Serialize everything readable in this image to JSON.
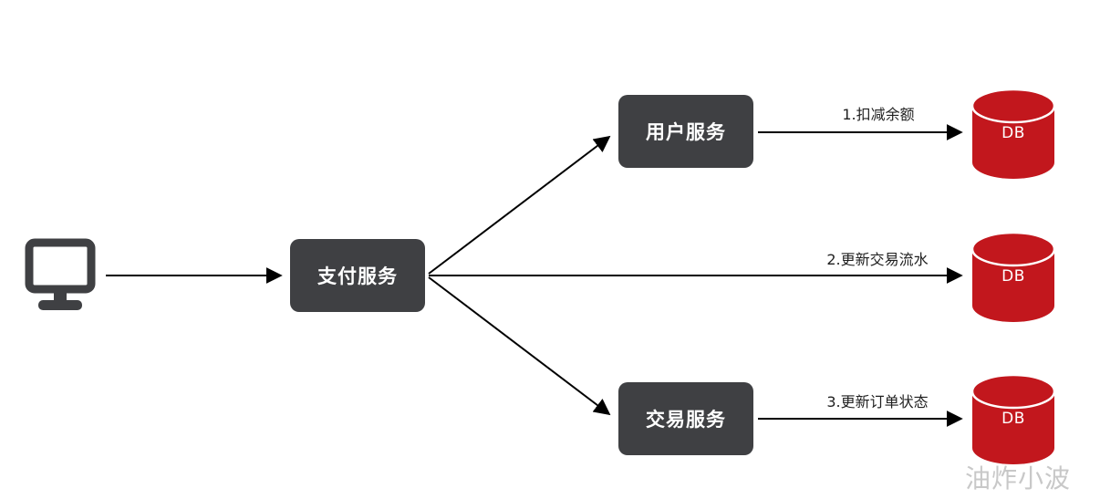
{
  "diagram": {
    "nodes": {
      "client": {
        "icon": "computer-monitor-icon"
      },
      "payment_service": {
        "label": "支付服务"
      },
      "user_service": {
        "label": "用户服务"
      },
      "trade_service": {
        "label": "交易服务"
      },
      "db_user": {
        "label": "DB"
      },
      "db_payment": {
        "label": "DB"
      },
      "db_trade": {
        "label": "DB"
      }
    },
    "edge_labels": {
      "deduct_balance": "1.扣减余额",
      "update_trade_flow": "2.更新交易流水",
      "update_order_status": "3.更新订单状态"
    },
    "watermark": "油炸小波",
    "colors": {
      "service_node_fill": "#3F4043",
      "database_fill": "#C2171D",
      "arrow": "#000000",
      "node_text": "#ffffff",
      "edge_label_text": "#1f1f1f"
    }
  }
}
